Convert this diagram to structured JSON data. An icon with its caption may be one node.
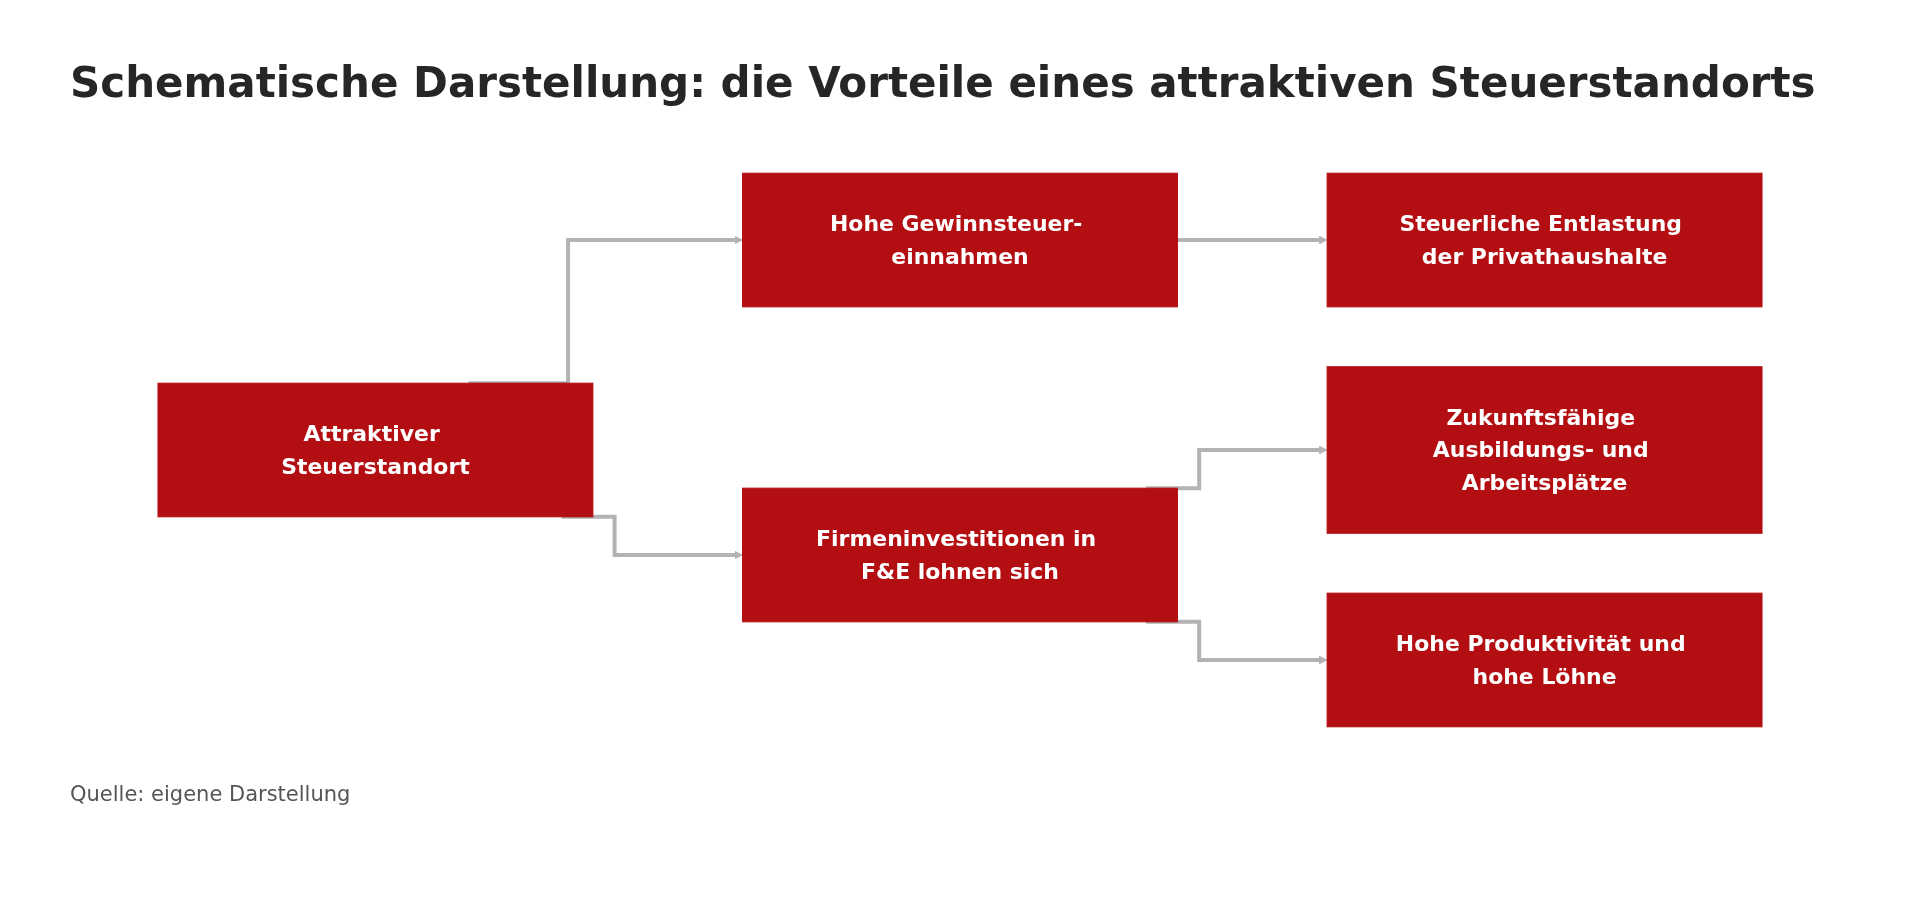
{
  "diagram": {
    "title": "Schematische Darstellung: die Vorteile eines attraktiven Steuerstandorts",
    "nodes": [
      {
        "text": [
          "Attraktiver Steuerstandort"
        ]
      },
      {
        "text": [
          "Hohe Gewinnsteuer- einnahmen"
        ]
      },
      {
        "text": [
          "Firmeninvestitionen in F&E lohnen sich"
        ]
      },
      {
        "text": [
          "Steuerliche Entlastung der Privathaushalte"
        ]
      },
      {
        "text": [
          "Zukunftsfähige Ausbildungs- und Arbeitsplätze"
        ]
      },
      {
        "text": [
          "Hohe Produktivität und hohe Löhne"
        ]
      }
    ],
    "edges": [
      {
        "from": 0,
        "to": 1,
        "arrow": "to"
      },
      {
        "from": 0,
        "to": 2,
        "arrow": "to"
      },
      {
        "from": 1,
        "to": 3,
        "arrow": "to"
      },
      {
        "from": 2,
        "to": 4,
        "arrow": "to"
      },
      {
        "from": 2,
        "to": 5,
        "arrow": "to"
      }
    ],
    "caption": "Quelle: eigene Darstellung"
  }
}
